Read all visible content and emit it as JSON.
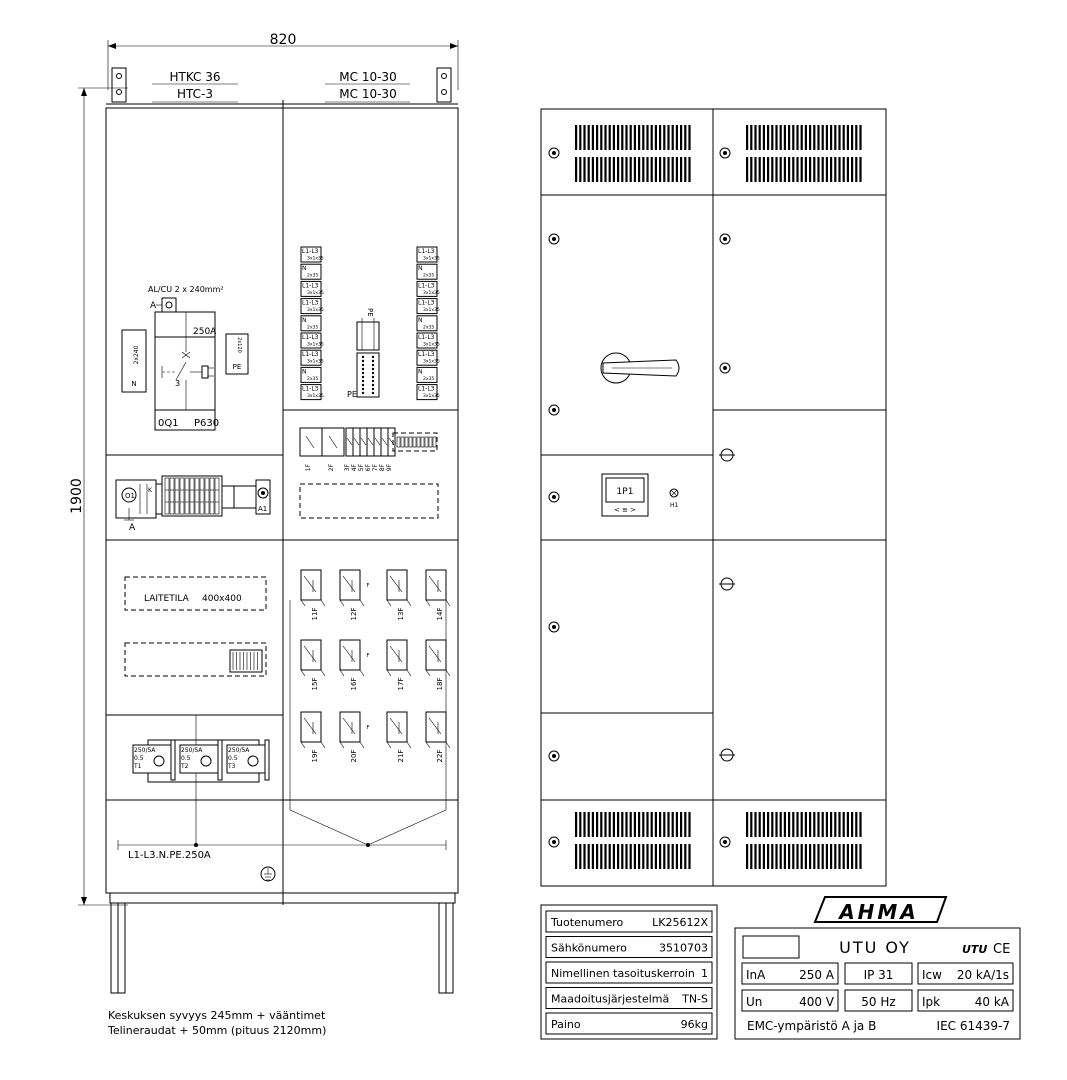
{
  "dimensions": {
    "width": "820",
    "height": "1900"
  },
  "top_labels": {
    "left_1": "HTKC 36",
    "left_2": "HTC-3",
    "right_1": "MC 10-30",
    "right_2": "MC 10-30"
  },
  "left_column": {
    "cable_note": "AL/CU 2 x 240mm²",
    "terminal_a": "A",
    "terminal_n_rot": "2x240",
    "terminal_n": "N",
    "terminal_pe_rot": "2x120",
    "terminal_pe": "PE",
    "switch_rating": "250A",
    "switch_poles": "3",
    "switch_ref": "0Q1",
    "switch_type": "P630",
    "meter_o1": "O1",
    "meter_a": "A",
    "meter_k": "K",
    "meter_a1": "A1",
    "device_space": "LAITETILA",
    "device_space_size": "400x400",
    "ct_labels": [
      {
        "l1": "250/5A",
        "l2": "0.5",
        "l3": "T1"
      },
      {
        "l1": "250/5A",
        "l2": "0.5",
        "l3": "T2"
      },
      {
        "l1": "250/5A",
        "l2": "0.5",
        "l3": "T3"
      }
    ],
    "busbar_label": "L1-L3.N.PE.250A"
  },
  "right_column": {
    "cable_terms_left": [
      {
        "a": "L1-L3",
        "b": "3x1x35"
      },
      {
        "a": "N",
        "b": "2x35"
      },
      {
        "a": "L1-L3",
        "b": "3x1x35"
      },
      {
        "a": "L1-L3",
        "b": "3x1x35"
      },
      {
        "a": "N",
        "b": "2x35"
      },
      {
        "a": "L1-L3",
        "b": "3x1x35"
      },
      {
        "a": "L1-L3",
        "b": "3x1x35"
      },
      {
        "a": "N",
        "b": "2x35"
      },
      {
        "a": "L1-L3",
        "b": "3x1x35"
      }
    ],
    "cable_terms_right": [
      {
        "a": "L1-L3",
        "b": "3x1x35"
      },
      {
        "a": "N",
        "b": "2x35"
      },
      {
        "a": "L1-L3",
        "b": "3x1x35"
      },
      {
        "a": "L1-L3",
        "b": "3x1x35"
      },
      {
        "a": "N",
        "b": "2x35"
      },
      {
        "a": "L1-L3",
        "b": "3x1x35"
      },
      {
        "a": "L1-L3",
        "b": "3x1x35"
      },
      {
        "a": "N",
        "b": "2x35"
      },
      {
        "a": "L1-L3",
        "b": "3x1x35"
      }
    ],
    "pe_bar_top": "PE",
    "pe_bar_side": "PE",
    "mcb_row": [
      "1F",
      "2F",
      "3F",
      "4F",
      "5F",
      "6F",
      "7F",
      "8F",
      "9F"
    ],
    "fuse_rows": [
      [
        "11F",
        "12F",
        "13F",
        "14F"
      ],
      [
        "15F",
        "16F",
        "17F",
        "18F"
      ],
      [
        "19F",
        "20F",
        "21F",
        "22F"
      ]
    ],
    "fuse_mark": "F"
  },
  "notes": [
    "Keskuksen syvyys 245mm + vääntimet",
    "Telineraudat + 50mm (pituus 2120mm)"
  ],
  "front_view": {
    "display_label": "1P1",
    "display_buttons": "< ≡ >",
    "lamp_label": "H1"
  },
  "info_table": {
    "rows": [
      {
        "label": "Tuotenumero",
        "value": "LK25612X"
      },
      {
        "label": "Sähkönumero",
        "value": "3510703"
      },
      {
        "label": "Nimellinen tasoituskerroin",
        "value": "1"
      },
      {
        "label": "Maadoitusjärjestelmä",
        "value": "TN-S"
      },
      {
        "label": "Paino",
        "value": "96kg"
      }
    ]
  },
  "nameplate": {
    "brand": "AHMA",
    "company": "UTU OY",
    "utu_mark": "UTU",
    "ce_mark": "CE",
    "cells": [
      {
        "k": "InA",
        "v": "250 A"
      },
      {
        "k": "IP 31",
        "v": ""
      },
      {
        "k": "Icw",
        "v": "20 kA/1s"
      },
      {
        "k": "Un",
        "v": "400 V"
      },
      {
        "k": "50 Hz",
        "v": ""
      },
      {
        "k": "Ipk",
        "v": "40 kA"
      }
    ],
    "emc": "EMC-ympäristö  A ja B",
    "standard": "IEC 61439-7"
  }
}
